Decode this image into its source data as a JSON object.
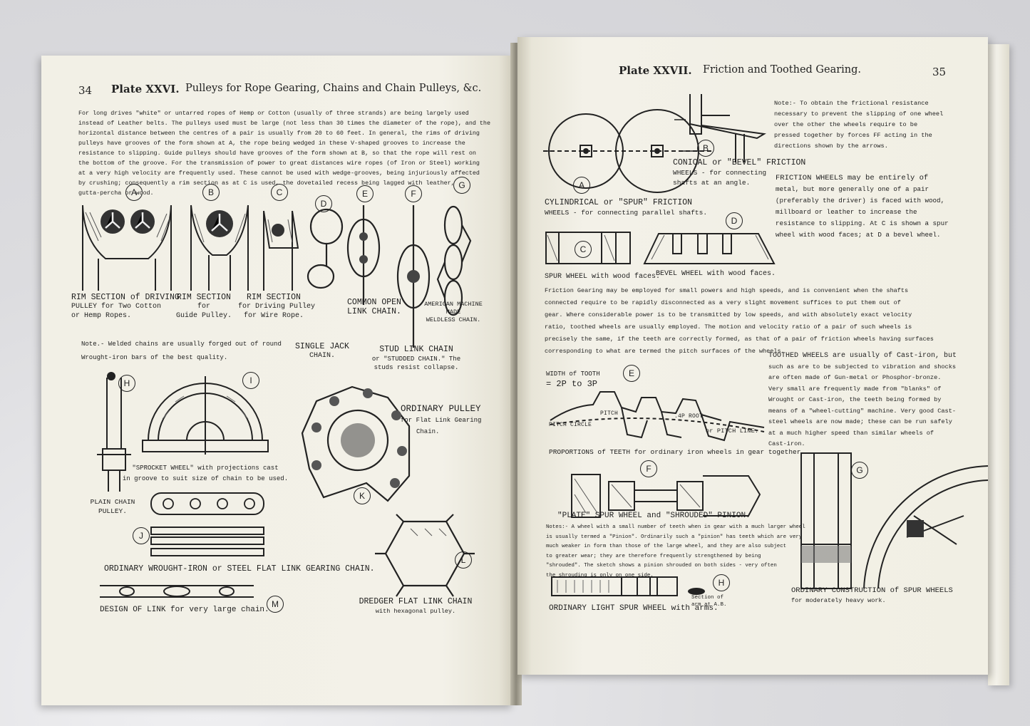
{
  "left_page": {
    "page_number": "34",
    "plate": "Plate XXVI.",
    "title": "Pulleys for Rope Gearing, Chains and Chain Pulleys, &c.",
    "intro_lines": [
      "For long drives \"white\" or untarred ropes of Hemp or Cotton (usually of three strands) are being largely used",
      "instead of Leather belts. The pulleys used must be large (not less than 30 times the diameter of the rope), and the",
      "horizontal distance between the centres of a pair is usually from 20 to 60 feet. In general, the rims of driving",
      "pulleys have grooves of the form shown at A, the rope being wedged in these V-shaped grooves to increase the",
      "resistance to slipping. Guide pulleys should have grooves of the form shown at B, so that the rope will rest on",
      "the bottom of the groove. For the transmission of power to great distances wire ropes (of Iron or Steel) working",
      "at a very high velocity are frequently used. These cannot be used with wedge-grooves, being injuriously affected",
      "by crushing; consequently a rim section as at C is used, the dovetailed recess being lagged with leather,",
      "gutta-percha or wood."
    ],
    "labels": [
      "A",
      "B",
      "C",
      "D",
      "E",
      "F",
      "G",
      "H",
      "I",
      "K",
      "J",
      "L",
      "M"
    ],
    "captions": {
      "rim_a": [
        "RIM SECTION of DRIVING",
        "PULLEY for Two Cotton",
        "or Hemp Ropes."
      ],
      "rim_b": [
        "RIM SECTION",
        "for",
        "Guide Pulley."
      ],
      "rim_c": [
        "RIM SECTION",
        "for Driving Pulley",
        "for Wire Rope."
      ],
      "common_open": [
        "COMMON OPEN",
        "LINK CHAIN."
      ],
      "american": [
        "AMERICAN MACHINE",
        "MADE",
        "WELDLESS CHAIN."
      ],
      "note": [
        "Note.- Welded chains are usually forged out of round",
        "Wrought-iron bars of the best quality."
      ],
      "single_jack": [
        "SINGLE JACK",
        "CHAIN."
      ],
      "stud_link": [
        "STUD LINK CHAIN",
        "or \"STUDDED CHAIN.\" The",
        "studs resist collapse."
      ],
      "ordinary_pulley": [
        "ORDINARY PULLEY",
        "for Flat Link Gearing",
        "Chain."
      ],
      "sprocket": [
        "\"SPROCKET WHEEL\" with projections cast",
        "in groove to suit size of chain to be used."
      ],
      "plain_chain": [
        "PLAIN CHAIN",
        "PULLEY."
      ],
      "flat_link": "ORDINARY WROUGHT-IRON or STEEL FLAT LINK GEARING CHAIN.",
      "design_link": "DESIGN OF LINK for very large chain.",
      "dredger": [
        "DREDGER FLAT LINK CHAIN",
        "with hexagonal pulley."
      ]
    }
  },
  "right_page": {
    "page_number": "35",
    "plate": "Plate XXVII.",
    "title": "Friction and Toothed Gearing.",
    "labels": [
      "A",
      "B",
      "C",
      "D",
      "E",
      "F",
      "G",
      "H"
    ],
    "note_top": [
      "Note:- To obtain the frictional resistance",
      "necessary to prevent the slipping of one wheel",
      "over the other the wheels require to be",
      "pressed together by forces FF acting in the",
      "directions shown by the arrows."
    ],
    "friction_wheels": [
      "FRICTION WHEELS may be entirely of",
      "metal, but more generally one of a pair",
      "(preferably the driver) is faced with wood,",
      "millboard or leather to increase the",
      "resistance to slipping. At C is shown a spur",
      "wheel with wood faces; at D a bevel wheel."
    ],
    "conical": [
      "CONICAL or \"BEVEL\" FRICTION",
      "WHEELS - for connecting",
      "shafts at an angle."
    ],
    "cylindrical": [
      "CYLINDRICAL or \"SPUR\" FRICTION",
      "WHEELS - for connecting parallel shafts."
    ],
    "spur_wheel_caption": "SPUR WHEEL with wood faces.",
    "bevel_wheel_caption": "BEVEL WHEEL with wood faces.",
    "friction_gearing": [
      "Friction Gearing may be employed for small powers and high speeds, and is convenient when the shafts",
      "connected require to be rapidly disconnected as a very slight movement suffices to put them out of",
      "gear. Where considerable power is to be transmitted by low speeds, and with absolutely exact velocity",
      "ratio, toothed wheels are usually employed. The motion and velocity ratio of a pair of such wheels is",
      "precisely the same, if the teeth are correctly formed, as that of a pair of friction wheels having surfaces",
      "corresponding to what are termed the pitch surfaces of the wheels."
    ],
    "toothed_wheels": [
      "TOOTHED WHEELS are usually of Cast-iron, but",
      "such as are to be subjected to vibration and shocks",
      "are often made of Gun-metal or Phosphor-bronze.",
      "Very small are frequently made from \"blanks\" of",
      "Wrought or Cast-iron, the teeth being formed by",
      "means of a \"wheel-cutting\" machine. Very good Cast-",
      "steel wheels are now made; these can be run safely",
      "at a much higher speed than similar wheels of",
      "Cast-iron."
    ],
    "width_tooth": [
      "WIDTH of TOOTH",
      "= 2P to 3P"
    ],
    "pitch_circle": "PITCH CIRCLE",
    "pitch": "PITCH",
    "root": ".4P ROOT",
    "pitch_line": "or PITCH LINE.",
    "proportions": "PROPORTIONS of TEETH for ordinary iron wheels in gear together.",
    "plate_spur": "\"PLATE\" SPUR WHEEL and \"SHROUDED\" PINION.",
    "notes_pinion": [
      "Notes:- A wheel with a small number of teeth when in gear with a much larger wheel",
      "is usually termed a \"Pinion\". Ordinarily such a \"pinion\" has teeth which are very",
      "much weaker in form than those of the large wheel, and they are also subject",
      "to greater wear; they are therefore frequently strengthened by being",
      "\"shrouded\". The sketch shows a pinion shrouded on both sides - very often",
      "the shrouding is only on one side."
    ],
    "section_arm": [
      "Section of",
      "arm at A.B."
    ],
    "light_spur": "ORDINARY LIGHT SPUR WHEEL with arms.",
    "construction": [
      "ORDINARY CONSTRUCTION of SPUR WHEELS",
      "for moderately heavy work."
    ]
  }
}
